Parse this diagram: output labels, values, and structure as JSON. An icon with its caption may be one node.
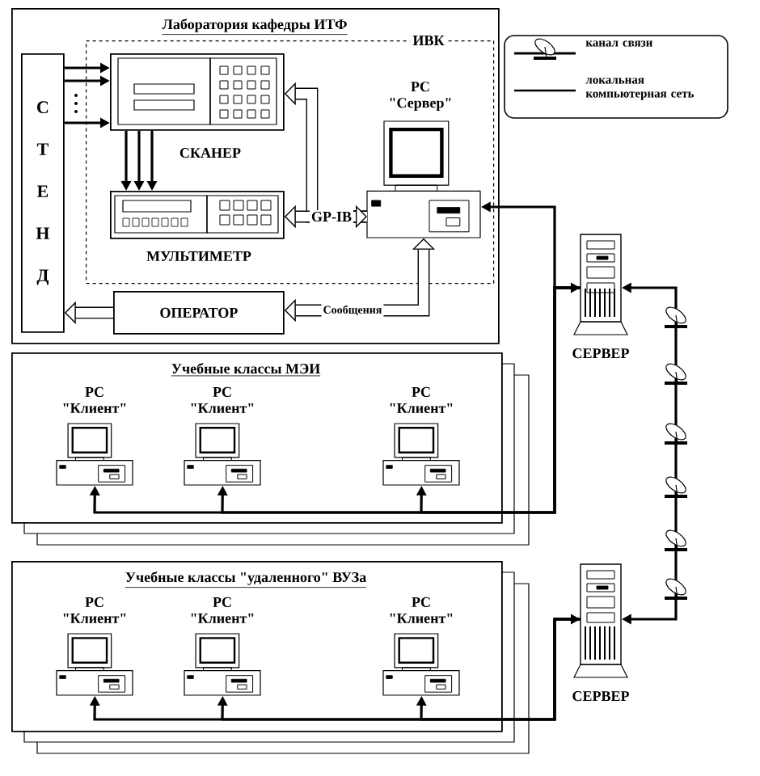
{
  "diagram": {
    "nodes": [
      {
        "text": [
          "Лаборатория кафедры ИТФ"
        ]
      },
      {
        "text": [
          "ИВК"
        ],
        "in": 0
      },
      {
        "text": [
          "С Т Е Н Д"
        ],
        "in": 0
      },
      {
        "text": [
          "СКАНЕР"
        ],
        "in": 1
      },
      {
        "text": [
          "МУЛЬТИМЕТР"
        ],
        "in": 1
      },
      {
        "text": [
          "PC \"Сервер\""
        ],
        "in": 1
      },
      {
        "text": [
          "ОПЕРАТОР"
        ],
        "in": 0
      },
      {
        "text": [
          "СЕРВЕР"
        ]
      },
      {
        "text": [
          "Учебные классы МЭИ"
        ]
      },
      {
        "text": [
          "PC \"Клиент\""
        ],
        "in": 8
      },
      {
        "text": [
          "PC \"Клиент\""
        ],
        "in": 8
      },
      {
        "text": [
          "PC \"Клиент\""
        ],
        "in": 8
      },
      {
        "text": [
          "Учебные классы \"удаленного\" ВУЗа"
        ]
      },
      {
        "text": [
          "PC \"Клиент\""
        ],
        "in": 12
      },
      {
        "text": [
          "PC \"Клиент\""
        ],
        "in": 12
      },
      {
        "text": [
          "PC \"Клиент\""
        ],
        "in": 12
      },
      {
        "text": [
          "СЕРВЕР"
        ]
      }
    ],
    "edges": [
      {
        "from": 2,
        "to": 3,
        "arrow": "to"
      },
      {
        "from": 2,
        "to": 3,
        "arrow": "to"
      },
      {
        "from": 2,
        "to": 3,
        "arrow": "to"
      },
      {
        "from": 3,
        "to": 4,
        "arrow": "to"
      },
      {
        "from": 3,
        "to": 4,
        "arrow": "to"
      },
      {
        "from": 3,
        "to": 4,
        "arrow": "to"
      },
      {
        "from": 5,
        "to": 3,
        "arrow": "both",
        "style": "thick"
      },
      {
        "from": 5,
        "to": 4,
        "arrow": "both",
        "style": "thick",
        "label": "GP-IB"
      },
      {
        "from": 5,
        "to": 6,
        "arrow": "both",
        "style": "thick",
        "label": "Сообщения"
      },
      {
        "from": 6,
        "to": 2,
        "arrow": "to",
        "style": "thick"
      },
      {
        "from": 7,
        "to": 5,
        "arrow": "both"
      },
      {
        "from": 7,
        "to": 9,
        "arrow": "both"
      },
      {
        "from": 7,
        "to": 10,
        "arrow": "both"
      },
      {
        "from": 7,
        "to": 11,
        "arrow": "both"
      },
      {
        "from": 7,
        "to": 16,
        "arrow": "both"
      },
      {
        "from": 16,
        "to": 13,
        "arrow": "both"
      },
      {
        "from": 16,
        "to": 14,
        "arrow": "both"
      },
      {
        "from": 16,
        "to": 15,
        "arrow": "both"
      }
    ],
    "legend": [
      {
        "text": "канал связи"
      },
      {
        "text": "локальная компьютерная сеть"
      }
    ]
  }
}
